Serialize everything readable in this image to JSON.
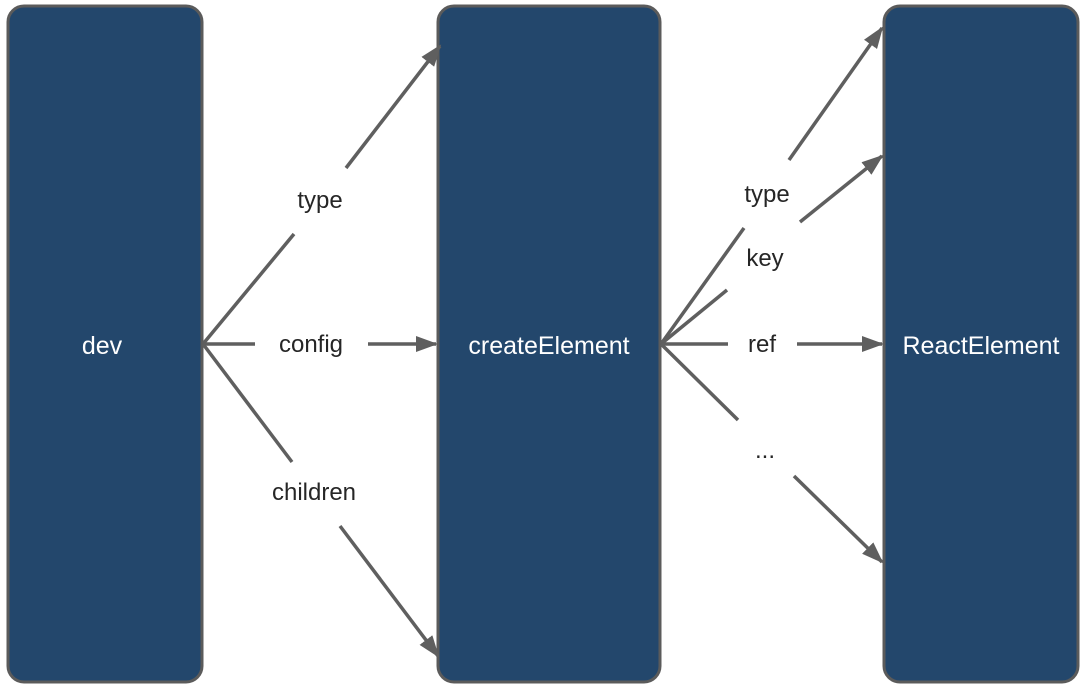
{
  "nodes": {
    "dev": "dev",
    "create_element": "createElement",
    "react_element": "ReactElement"
  },
  "inputs": {
    "type": "type",
    "config": "config",
    "children": "children"
  },
  "outputs": {
    "type": "type",
    "key": "key",
    "ref": "ref",
    "more": "..."
  },
  "colors": {
    "node_fill": "#23476c",
    "node_border": "#5b5b5b",
    "edge": "#5f5f5f",
    "label_text": "#262626"
  }
}
